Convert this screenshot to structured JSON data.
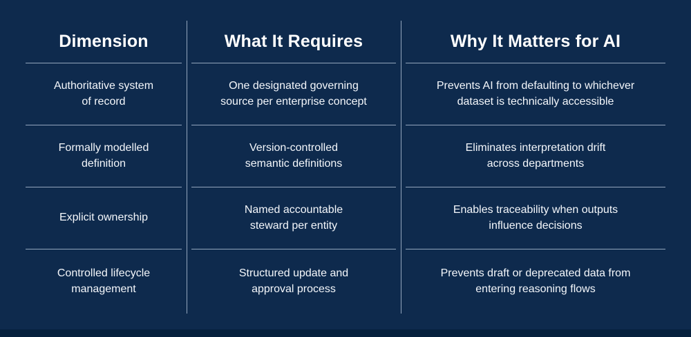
{
  "chart_data": {
    "type": "table",
    "headers": [
      "Dimension",
      "What It Requires",
      "Why It Matters for AI"
    ],
    "rows": [
      [
        "Authoritative system\nof record",
        "One designated governing\nsource per enterprise concept",
        "Prevents AI from defaulting to whichever\ndataset is technically accessible"
      ],
      [
        "Formally modelled\ndefinition",
        "Version-controlled\nsemantic definitions",
        "Eliminates interpretation drift\nacross departments"
      ],
      [
        "Explicit ownership",
        "Named accountable\nsteward per entity",
        "Enables traceability when outputs\ninfluence decisions"
      ],
      [
        "Controlled lifecycle\nmanagement",
        "Structured update and\napproval process",
        "Prevents draft or deprecated data from\nentering reasoning flows"
      ]
    ],
    "title": "",
    "layout_hints": {
      "columns": 3,
      "data_rows": 4,
      "grid": "column dividers and per-column row separator lines, no outer border"
    }
  },
  "colors": {
    "background": "#0e2a4d",
    "footer_band": "#06203d",
    "divider_line": "#bacade",
    "header_text": "#ffffff",
    "body_text": "#f4f7fb"
  }
}
